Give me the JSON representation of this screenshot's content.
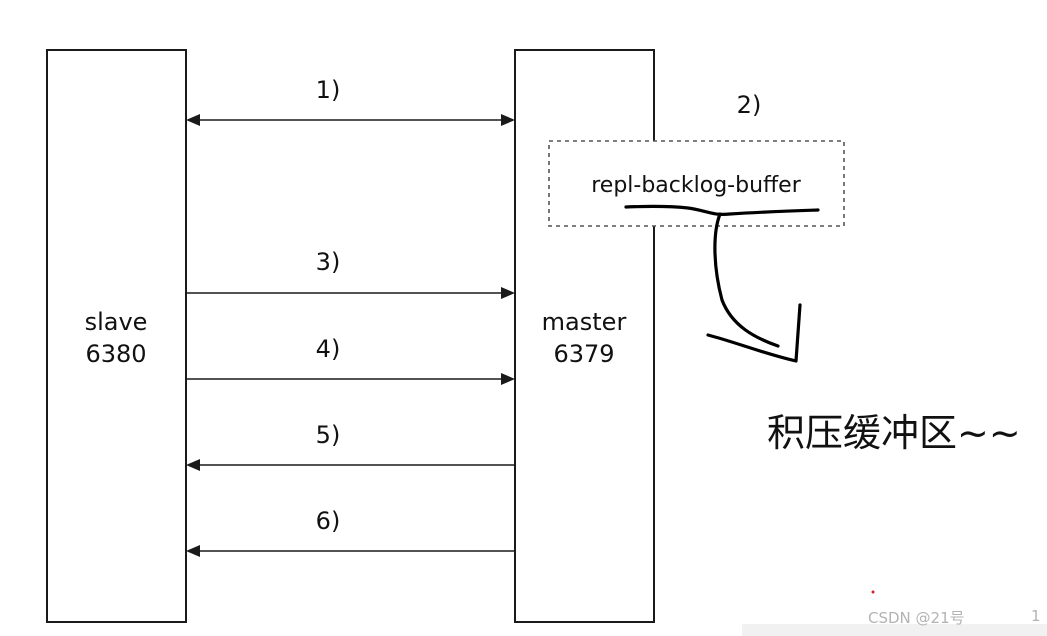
{
  "diagram": {
    "slave": {
      "name": "slave",
      "port": "6380"
    },
    "master": {
      "name": "master",
      "port": "6379"
    },
    "buffer_label": "repl-backlog-buffer",
    "annotation": "积压缓冲区~~",
    "steps": [
      {
        "label": "1)",
        "direction": "bidirectional"
      },
      {
        "label": "2)",
        "direction": "none"
      },
      {
        "label": "3)",
        "direction": "slave-to-master"
      },
      {
        "label": "4)",
        "direction": "slave-to-master"
      },
      {
        "label": "5)",
        "direction": "master-to-slave"
      },
      {
        "label": "6)",
        "direction": "master-to-slave"
      }
    ]
  },
  "watermark": {
    "text": "CSDN @21号",
    "page": "1"
  }
}
